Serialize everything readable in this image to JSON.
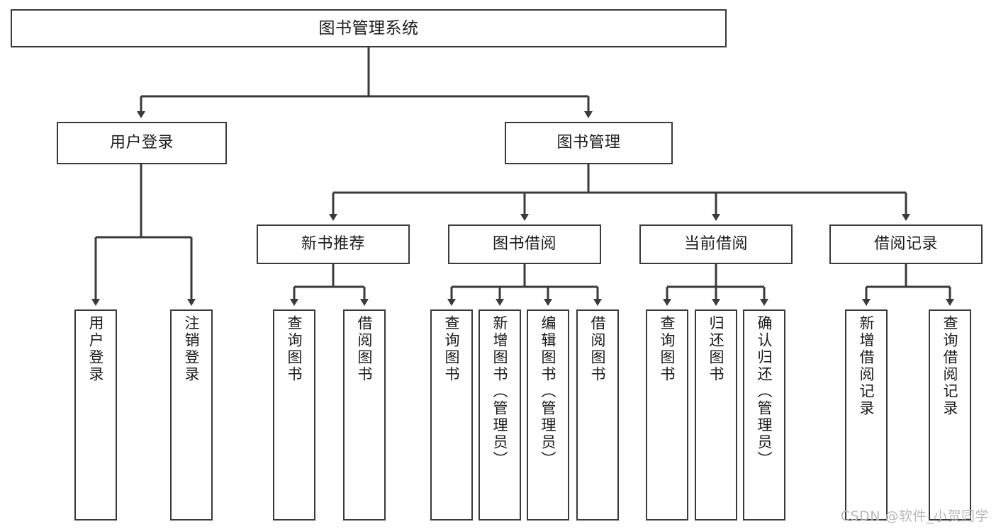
{
  "diagram": {
    "type": "tree-hierarchy-chart",
    "title": "图书管理系统",
    "line_color": "#3a3a3a",
    "box_fill": "#ffffff",
    "text_color": "#1a1a1a"
  },
  "nodes": {
    "root": {
      "label": "图书管理系统"
    },
    "level1": [
      {
        "label": "用户登录"
      },
      {
        "label": "图书管理"
      }
    ],
    "level2": [
      {
        "label": "新书推荐"
      },
      {
        "label": "图书借阅"
      },
      {
        "label": "当前借阅"
      },
      {
        "label": "借阅记录"
      }
    ],
    "leaves_user_login": [
      {
        "label": "用户登录"
      },
      {
        "label": "注销登录"
      }
    ],
    "leaves_new_books": [
      {
        "label": "查询图书"
      },
      {
        "label": "借阅图书"
      }
    ],
    "leaves_borrow": [
      {
        "label": "查询图书"
      },
      {
        "label": "新增图书（管理员）"
      },
      {
        "label": "编辑图书（管理员）"
      },
      {
        "label": "借阅图书"
      }
    ],
    "leaves_current": [
      {
        "label": "查询图书"
      },
      {
        "label": "归还图书"
      },
      {
        "label": "确认归还（管理员）"
      }
    ],
    "leaves_records": [
      {
        "label": "新增借阅记录"
      },
      {
        "label": "查询借阅记录"
      }
    ]
  },
  "watermark": {
    "text": "CSDN @软件_小贺同学"
  }
}
